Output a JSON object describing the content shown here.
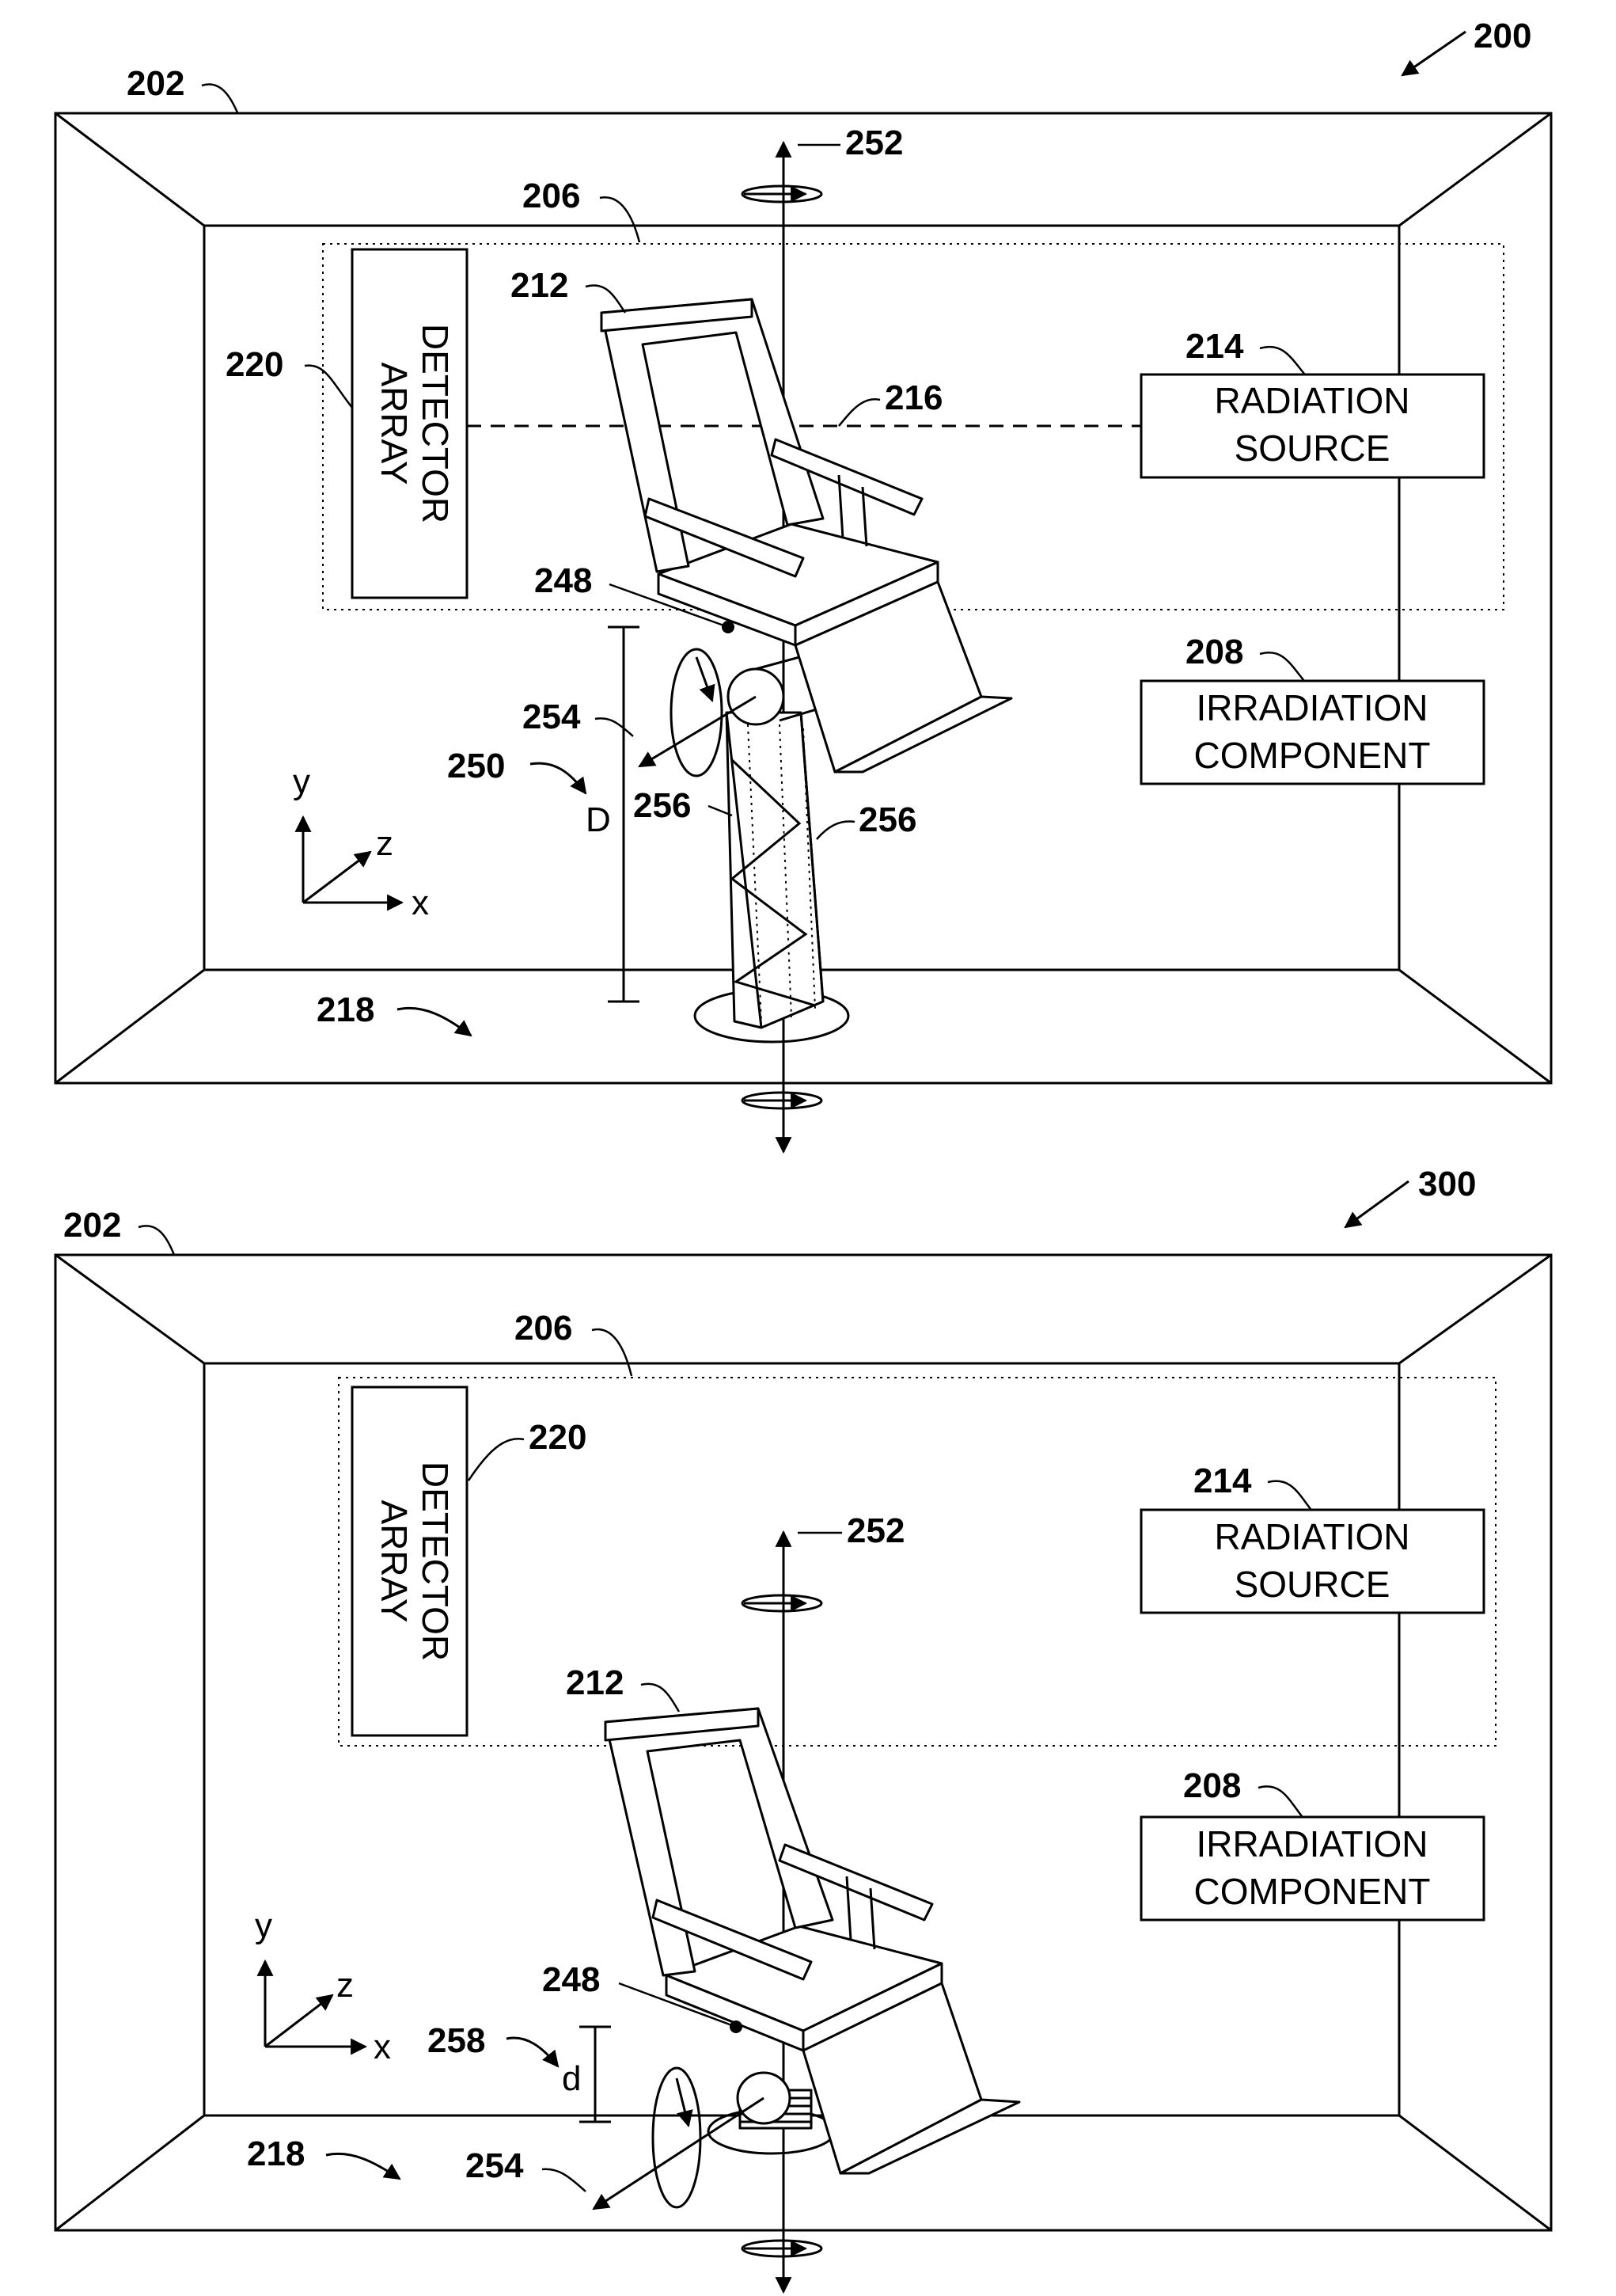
{
  "figures": [
    {
      "fig_number": "200",
      "labels": {
        "room": "202",
        "scan_volume": "206",
        "irradiation": "208",
        "seat": "212",
        "source": "214",
        "beam": "216",
        "floor": "218",
        "detector": "220",
        "pivot": "248",
        "height_ref": "250",
        "vertical_axis": "252",
        "horizontal_axis": "254",
        "scissor_a": "256",
        "scissor_b": "256",
        "dim_letter": "D"
      }
    },
    {
      "fig_number": "300",
      "labels": {
        "room": "202",
        "scan_volume": "206",
        "irradiation": "208",
        "seat": "212",
        "source": "214",
        "floor": "218",
        "detector": "220",
        "pivot": "248",
        "vertical_axis": "252",
        "horizontal_axis": "254",
        "height_ref": "258",
        "dim_letter": "d"
      }
    }
  ],
  "components": {
    "detector_line1": "DETECTOR",
    "detector_line2": "ARRAY",
    "source_line1": "RADIATION",
    "source_line2": "SOURCE",
    "irradiation_line1": "IRRADIATION",
    "irradiation_line2": "COMPONENT"
  },
  "axes": {
    "x": "x",
    "y": "y",
    "z": "z"
  }
}
